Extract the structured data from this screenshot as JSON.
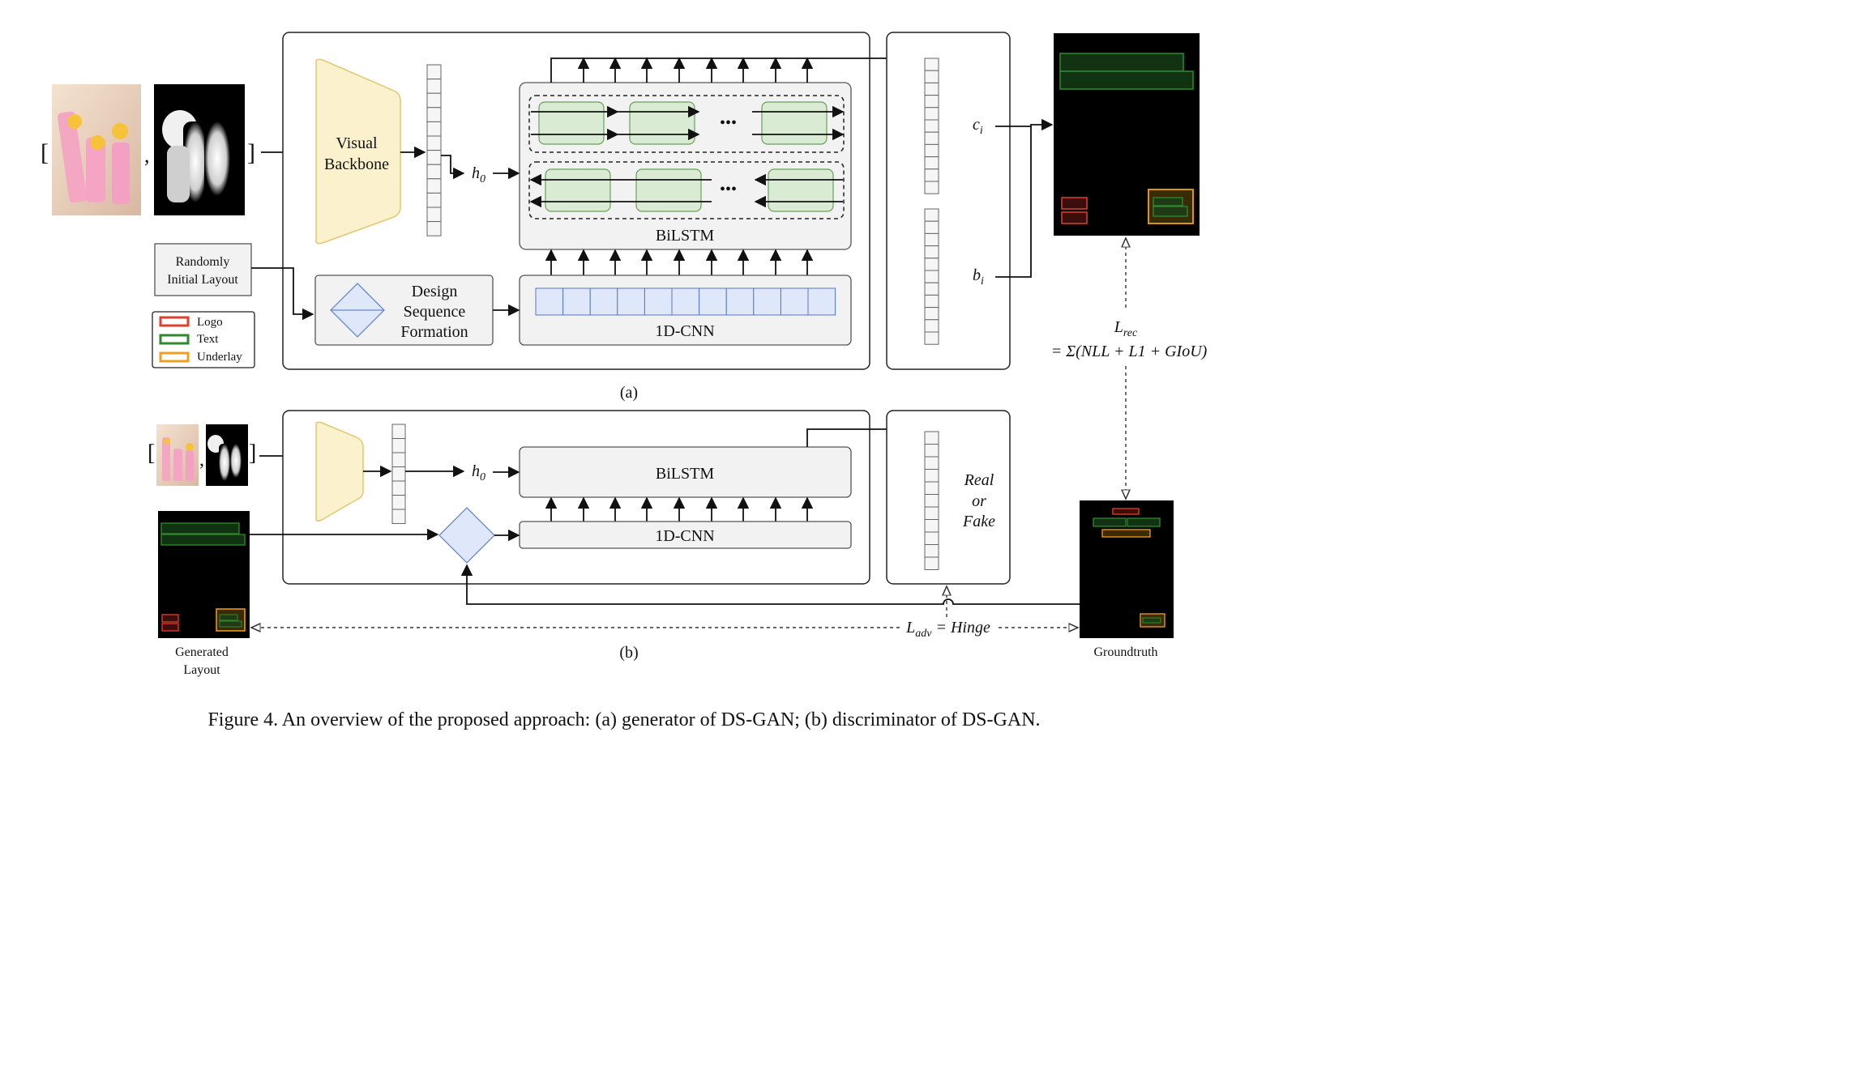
{
  "caption": "Figure 4. An overview of the proposed approach: (a) generator of DS-GAN; (b) discriminator of DS-GAN.",
  "panel_a": {
    "label": "(a)",
    "visual_backbone": [
      "Visual",
      "Backbone"
    ],
    "h0": "h",
    "h0_sub": "0",
    "bilstm": "BiLSTM",
    "ellipsis": "•••",
    "randomly": [
      "Randomly",
      "Initial Layout"
    ],
    "design": [
      "Design",
      "Sequence",
      "Formation"
    ],
    "cnn": "1D-CNN",
    "ci": "c",
    "ci_sub": "i",
    "bi": "b",
    "bi_sub": "i",
    "bracket_left": "[",
    "bracket_right": "]",
    "comma": ","
  },
  "legend": [
    {
      "label": "Logo",
      "color": "#e04030"
    },
    {
      "label": "Text",
      "color": "#2f8a2f"
    },
    {
      "label": "Underlay",
      "color": "#f0a020"
    }
  ],
  "loss_rec": {
    "name": "L",
    "sub": "rec",
    "formula": "= Σ(NLL + L1 + GIoU)"
  },
  "panel_b": {
    "label": "(b)",
    "h0": "h",
    "h0_sub": "0",
    "bilstm": "BiLSTM",
    "cnn": "1D-CNN",
    "real_or_fake": [
      "Real",
      "or",
      "Fake"
    ],
    "generated_layout": [
      "Generated",
      "Layout"
    ],
    "groundtruth": "Groundtruth",
    "adv_name": "L",
    "adv_sub": "adv",
    "adv_rest": " = Hinge"
  }
}
